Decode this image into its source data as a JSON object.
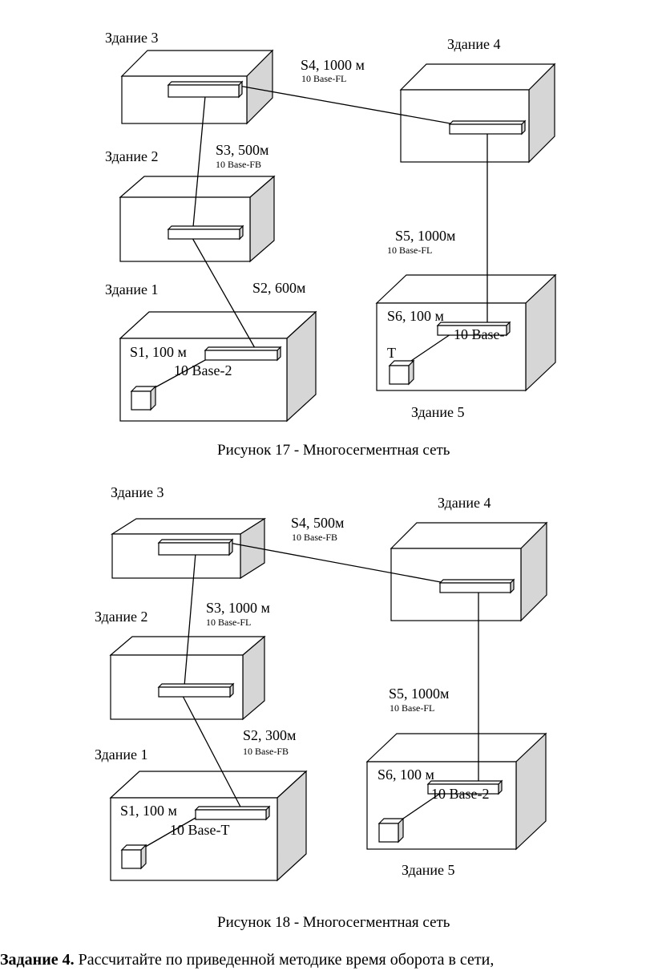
{
  "figure17": {
    "buildings": {
      "b3": "Здание 3",
      "b4": "Здание 4",
      "b2": "Здание 2",
      "b1": "Здание 1",
      "b5": "Здание 5"
    },
    "segments": {
      "s4": "S4, 1000 м",
      "s4_type": "10 Base-FL",
      "s3": "S3, 500м",
      "s3_type": "10 Base-FB",
      "s5": "S5, 1000м",
      "s5_type": "10 Base-FL",
      "s2": "S2, 600м",
      "s1": "S1, 100 м",
      "s1_type": "10 Base-2",
      "s6": "S6, 100 м",
      "s6_type_a": "10 Base-",
      "s6_type_b": "T"
    },
    "caption": "Рисунок 17 - Многосегментная сеть"
  },
  "figure18": {
    "buildings": {
      "b3": "Здание 3",
      "b4": "Здание 4",
      "b2": "Здание 2",
      "b1": "Здание 1",
      "b5": "Здание 5"
    },
    "segments": {
      "s4": "S4, 500м",
      "s4_type": "10 Base-FB",
      "s3": "S3, 1000 м",
      "s3_type": "10 Base-FL",
      "s5": "S5, 1000м",
      "s5_type": "10 Base-FL",
      "s2": "S2, 300м",
      "s2_type": "10 Base-FB",
      "s1": "S1, 100 м",
      "s1_type": "10 Base-T",
      "s6": "S6, 100 м",
      "s6_type": "10 Base-2"
    },
    "caption": "Рисунок 18 - Многосегментная сеть"
  },
  "task": {
    "label": "Задание 4.",
    "text": " Рассчитайте по приведенной методике время оборота в сети,"
  }
}
